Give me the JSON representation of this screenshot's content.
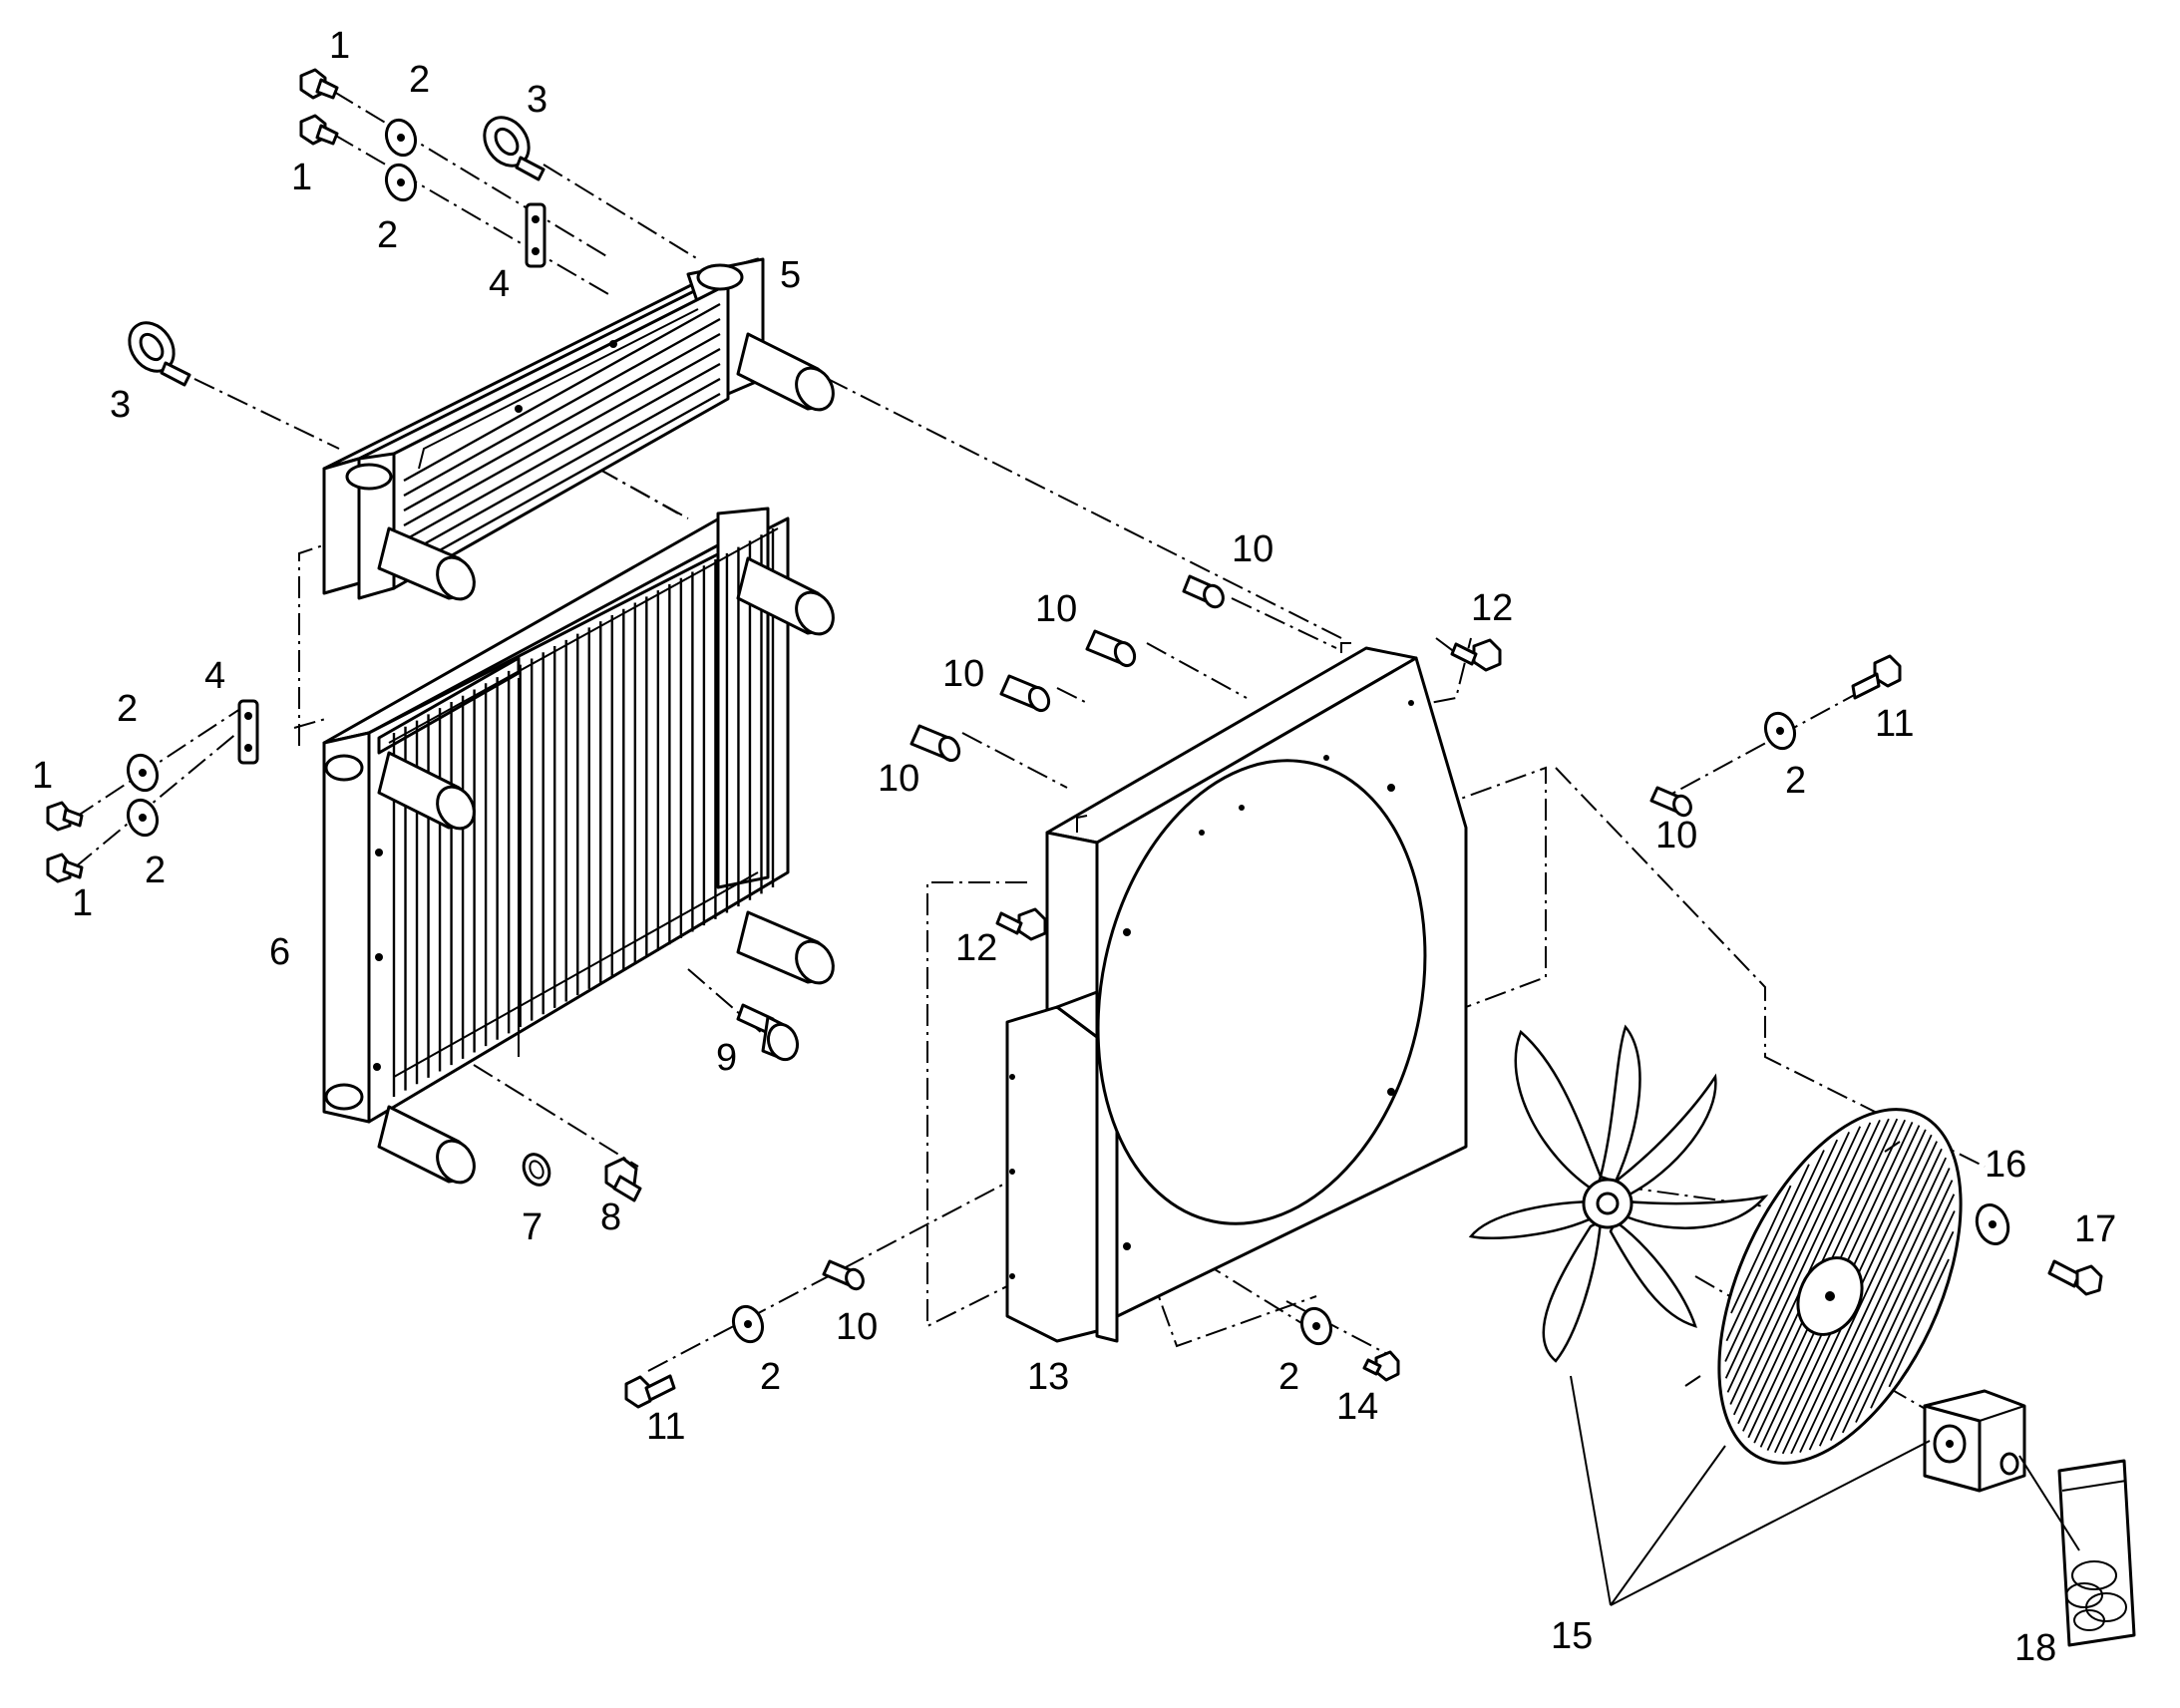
{
  "diagram": {
    "callouts": {
      "c1a": "1",
      "c1b": "1",
      "c1c": "1",
      "c1d": "1",
      "c2a": "2",
      "c2b": "2",
      "c2c": "2",
      "c2d": "2",
      "c2e": "2",
      "c2f": "2",
      "c2g": "2",
      "c3a": "3",
      "c3b": "3",
      "c4a": "4",
      "c4b": "4",
      "c5": "5",
      "c6": "6",
      "c7": "7",
      "c8": "8",
      "c9": "9",
      "c10a": "10",
      "c10b": "10",
      "c10c": "10",
      "c10d": "10",
      "c10e": "10",
      "c10f": "10",
      "c11a": "11",
      "c11b": "11",
      "c12a": "12",
      "c12b": "12",
      "c13": "13",
      "c14": "14",
      "c15": "15",
      "c16": "16",
      "c17": "17",
      "c18": "18"
    }
  }
}
